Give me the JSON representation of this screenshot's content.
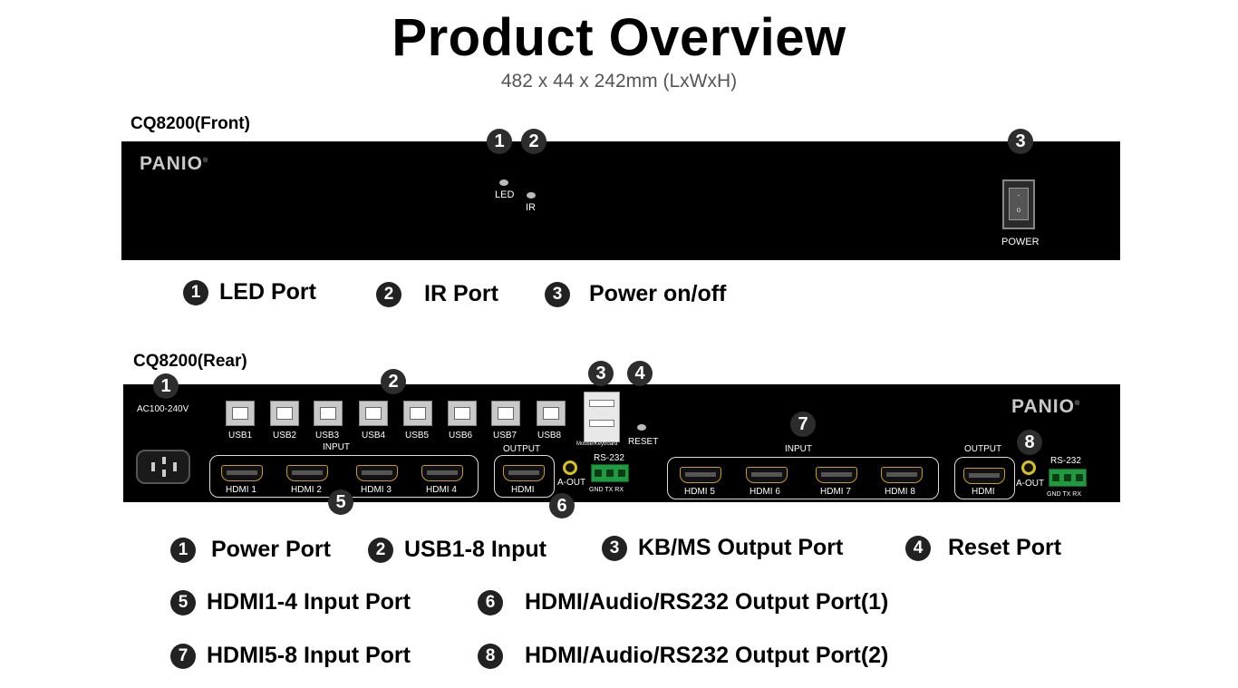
{
  "title": "Product Overview",
  "dimensions": "482 x 44 x 242mm  (LxWxH)",
  "brand": "PANIO",
  "front": {
    "label": "CQ8200(Front)",
    "led_label": "LED",
    "ir_label": "IR",
    "power_label": "POWER",
    "badges": [
      "1",
      "2",
      "3"
    ],
    "legend": [
      {
        "num": "1",
        "text": "LED Port"
      },
      {
        "num": "2",
        "text": "IR Port"
      },
      {
        "num": "3",
        "text": "Power on/off"
      }
    ]
  },
  "rear": {
    "label": "CQ8200(Rear)",
    "ac_label": "AC100-240V",
    "usb_ports": [
      "USB1",
      "USB2",
      "USB3",
      "USB4",
      "USB5",
      "USB6",
      "USB7",
      "USB8"
    ],
    "input_label": "INPUT",
    "output_label": "OUTPUT",
    "hdmi_inputs_a": [
      "HDMI 1",
      "HDMI 2",
      "HDMI 3",
      "HDMI 4"
    ],
    "hdmi_inputs_b": [
      "HDMI 5",
      "HDMI 6",
      "HDMI 7",
      "HDMI 8"
    ],
    "hdmi_out_label": "HDMI",
    "aout_label": "A-OUT",
    "rs232_label": "RS-232",
    "rs232_pins": "GND TX  RX",
    "mouse_keyboard": "Mouse/Keyboard",
    "reset_label": "RESET",
    "badges": [
      "1",
      "2",
      "3",
      "4",
      "5",
      "6",
      "7",
      "8"
    ],
    "legend": [
      {
        "num": "1",
        "text": "Power Port"
      },
      {
        "num": "2",
        "text": "USB1-8 Input"
      },
      {
        "num": "3",
        "text": "KB/MS Output Port"
      },
      {
        "num": "4",
        "text": "Reset Port"
      },
      {
        "num": "5",
        "text": "HDMI1-4 Input Port"
      },
      {
        "num": "6",
        "text": "HDMI/Audio/RS232 Output Port(1)"
      },
      {
        "num": "7",
        "text": "HDMI5-8 Input Port"
      },
      {
        "num": "8",
        "text": "HDMI/Audio/RS232 Output Port(2)"
      }
    ]
  }
}
